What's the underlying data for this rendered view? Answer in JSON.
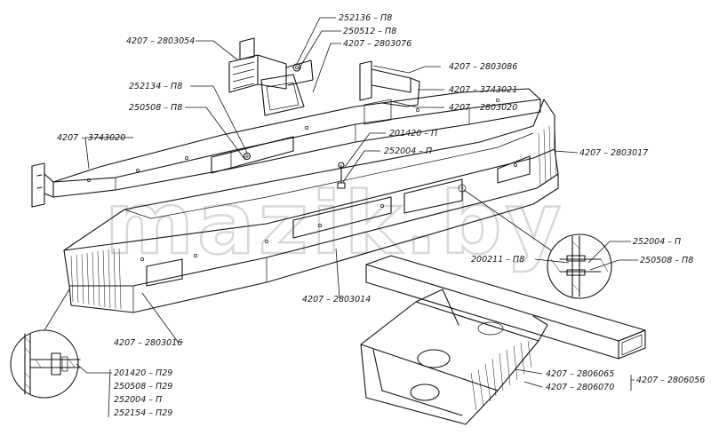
{
  "watermark": "mazik.by",
  "corner_mark": "",
  "labels": {
    "l1": "252136 – П8",
    "l2": "250512 – П8",
    "l3": "4207 – 2803076",
    "l4": "4207 – 2803054",
    "l5": "4207 – 2803086",
    "l6": "4207 – 3743021",
    "l7": "4207 – 2803020",
    "l8": "252134 – П8",
    "l9": "250508 – П8",
    "l10": "201420 – П",
    "l11": "252004 – П",
    "l12": "4207 – 3743020",
    "l13": "4207 – 2803017",
    "l14": "252004 – П",
    "l15": "200211 – П8",
    "l16": "250508 – П8",
    "l17": "4207 – 2803014",
    "l18": "4207 – 2803016",
    "l19": "4207 – 2806065",
    "l20": "4207 – 2806070",
    "l21": "4207 – 2806056",
    "l22": "201420 – П29",
    "l23": "250508 – П29",
    "l24": "252004 – П",
    "l25": "252154 – П29"
  }
}
